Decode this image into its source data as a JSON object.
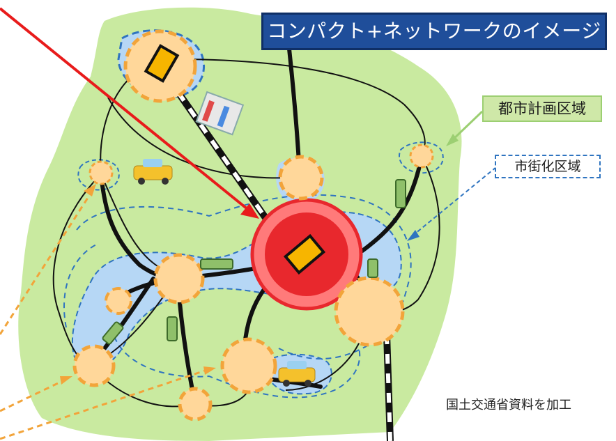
{
  "diagram": {
    "title": "コンパクト+ネットワークのイメージ",
    "labels": {
      "city_planning_area": "都市計画区域",
      "urbanization_area": "市街化区域"
    },
    "source_note": "国土交通省資料を加工"
  },
  "colors": {
    "planning_area_fill": "#c9eaa0",
    "urbanization_area_fill": "#b6d7f5",
    "urbanization_boundary": "#2f74c0",
    "hub_fill": "#ffd79a",
    "hub_dash": "#f2a43a",
    "central_hub": "#e8282d",
    "title_bg": "#1f4e9a",
    "arrow_red": "#e81b1b",
    "arrow_orange": "#f2a43a",
    "station_fill": "#f7b500"
  }
}
